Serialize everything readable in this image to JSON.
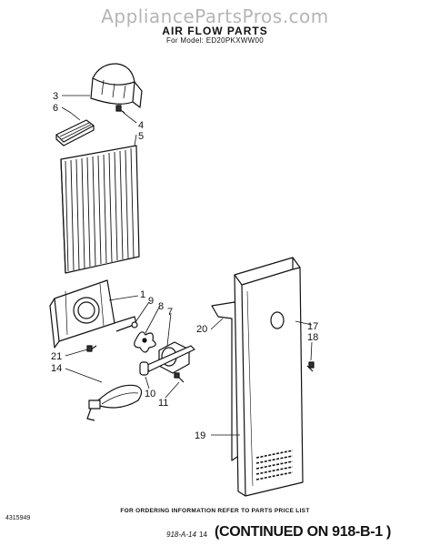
{
  "header": {
    "watermark": "AppliancePartsPros.com",
    "title": "AIR FLOW PARTS",
    "model": "For Model: ED20PKXWW00"
  },
  "callouts": [
    "3",
    "6",
    "4",
    "5",
    "1",
    "9",
    "8",
    "7",
    "20",
    "17",
    "18",
    "21",
    "14",
    "10",
    "11",
    "19"
  ],
  "footer": {
    "ordering_note": "FOR ORDERING INFORMATION REFER TO PARTS PRICE LIST",
    "doc_number": "4315949",
    "page_number": "14",
    "page_ref": "918-A-14",
    "continued": "(CONTINUED ON 918-B-1 )"
  }
}
